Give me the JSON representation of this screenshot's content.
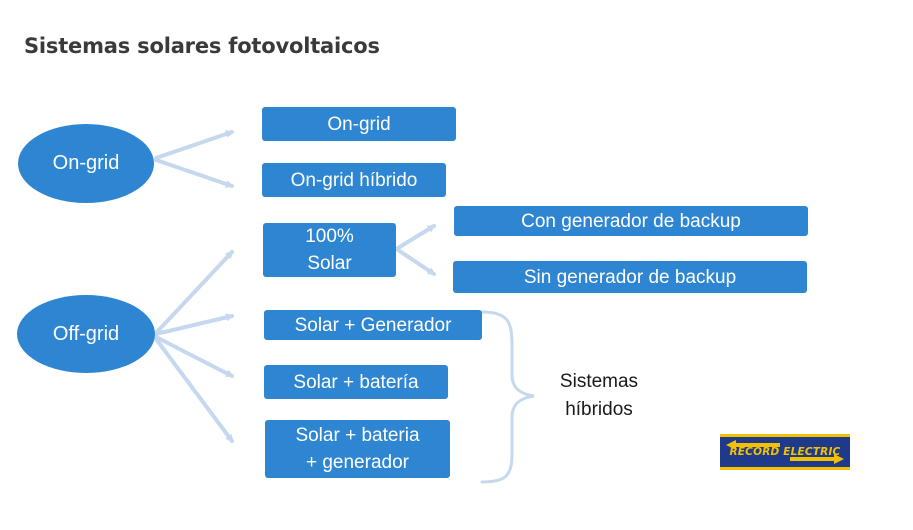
{
  "title": "Sistemas solares fotovoltaicos",
  "nodes": {
    "on_grid_root": "On-grid",
    "off_grid_root": "Off-grid",
    "on_grid": "On-grid",
    "on_grid_hibrido": "On-grid híbrido",
    "solar_100_line1": "100%",
    "solar_100_line2": "Solar",
    "con_generador": "Con generador de backup",
    "sin_generador": "Sin generador de backup",
    "solar_generador": "Solar + Generador",
    "solar_bateria": "Solar + batería",
    "solar_bateria_gen_line1": "Solar + bateria",
    "solar_bateria_gen_line2": "+ generador"
  },
  "hybrid_label_line1": "Sistemas",
  "hybrid_label_line2": "híbridos",
  "logo_text": "RECORD ELECTRIC",
  "colors": {
    "box": "#2e86d2",
    "arrow": "#c5d8ee",
    "title": "#3a3a3a",
    "logo_bg": "#1f3a8a",
    "logo_fg": "#f2c200"
  }
}
